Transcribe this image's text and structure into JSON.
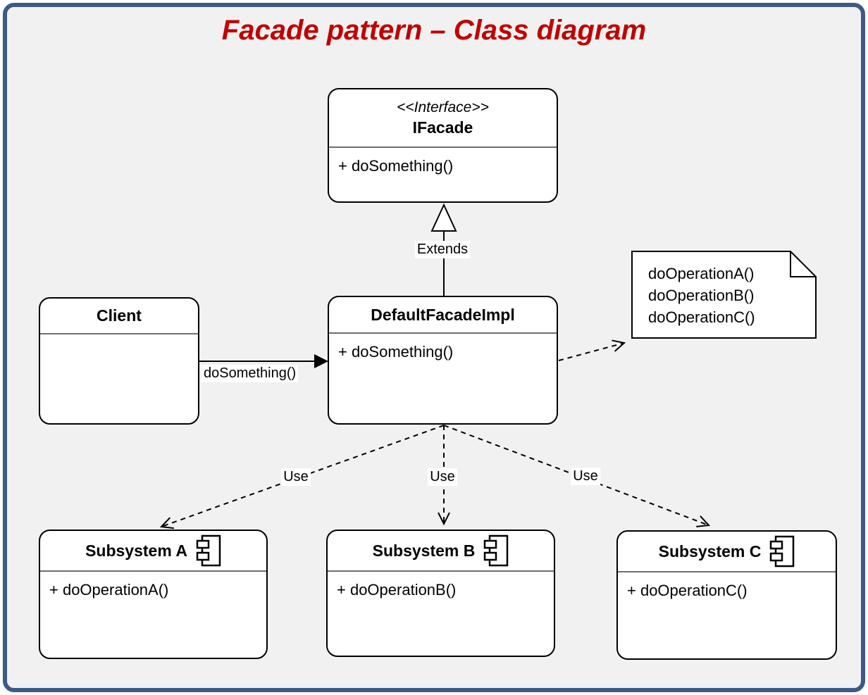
{
  "title": "Facade pattern – Class diagram",
  "colors": {
    "title": "#c00000",
    "frame_border": "#3d5a86",
    "canvas_bg": "#f1f1f1",
    "shape_fill": "#ffffff",
    "shape_stroke": "#000000"
  },
  "classes": {
    "ifacade": {
      "stereotype": "<<Interface>>",
      "name": "IFacade",
      "method": "+ doSomething()"
    },
    "default_facade_impl": {
      "name": "DefaultFacadeImpl",
      "method": "+ doSomething()"
    },
    "client": {
      "name": "Client"
    },
    "subsystem_a": {
      "name": "Subsystem A",
      "method": "+ doOperationA()"
    },
    "subsystem_b": {
      "name": "Subsystem B",
      "method": "+ doOperationB()"
    },
    "subsystem_c": {
      "name": "Subsystem C",
      "method": "+ doOperationC()"
    }
  },
  "note": {
    "lines": [
      "doOperationA()",
      "doOperationB()",
      "doOperationC()"
    ]
  },
  "edges": {
    "extends": {
      "label": "Extends"
    },
    "client_call": {
      "label": "doSomething()"
    },
    "use_a": {
      "label": "Use"
    },
    "use_b": {
      "label": "Use"
    },
    "use_c": {
      "label": "Use"
    }
  }
}
